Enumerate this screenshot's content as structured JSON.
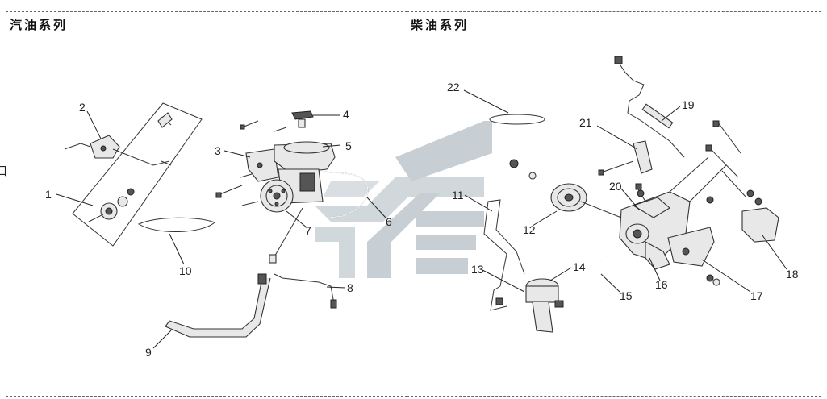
{
  "panels": {
    "left_title": "汽油系列",
    "right_title": "柴油系列"
  },
  "side_mark": "口",
  "labels": {
    "p1": "1",
    "p2": "2",
    "p3": "3",
    "p4": "4",
    "p5": "5",
    "p6": "6",
    "p7": "7",
    "p8": "8",
    "p9": "9",
    "p10": "10",
    "p11": "11",
    "p12": "12",
    "p13": "13",
    "p14": "14",
    "p15": "15",
    "p16": "16",
    "p17": "17",
    "p18": "18",
    "p19": "19",
    "p20": "20",
    "p21": "21",
    "p22": "22"
  },
  "colors": {
    "watermark": "#b9c3c9",
    "outline": "#333333"
  }
}
